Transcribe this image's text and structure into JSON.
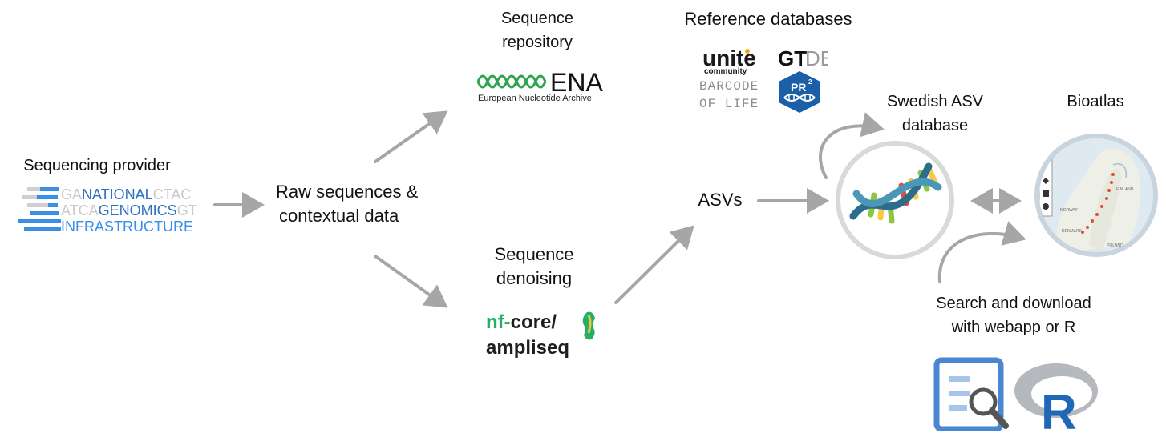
{
  "nodes": {
    "sequencing_provider": "Sequencing provider",
    "raw_sequences_line1": "Raw sequences &",
    "raw_sequences_line2": "contextual data",
    "sequence_repository_line1": "Sequence",
    "sequence_repository_line2": "repository",
    "reference_databases": "Reference databases",
    "sequence_denoising_line1": "Sequence",
    "sequence_denoising_line2": "denoising",
    "asvs": "ASVs",
    "swedish_asv_line1": "Swedish ASV",
    "swedish_asv_line2": "database",
    "bioatlas": "Bioatlas",
    "search_line1": "Search and download",
    "search_line2": "with webapp or R"
  },
  "logos": {
    "ngi": {
      "line1_prefix": "GA",
      "line1_main": "NATIONAL",
      "line1_suffix": "CTAC",
      "line2_prefix": "ATCA",
      "line2_main": "GENOMICS",
      "line2_suffix": "GT",
      "line3_main": "INFRASTRUCTURE"
    },
    "ena": {
      "name": "ENA",
      "subtitle": "European Nucleotide Archive"
    },
    "unite": {
      "name": "unite",
      "sub": "community"
    },
    "gtdb": {
      "bold": "GT",
      "light": "DB"
    },
    "bold": {
      "line1": "BARCODE",
      "line2": "OF LIFE"
    },
    "pr2": {
      "name": "PR",
      "sup": "2"
    },
    "nfcore": {
      "prefix": "nf-",
      "main": "core/",
      "pipeline": "ampliseq"
    },
    "r": {
      "letter": "R"
    }
  },
  "map_labels": {
    "finland": "FINLAND",
    "norway": "NORWAY",
    "denmark": "DENMARK",
    "poland": "POLAND"
  },
  "colors": {
    "arrow": "#a6a6a6",
    "ngi_blue": "#3a8ee6",
    "ena_green": "#2ea44f",
    "nfcore_green": "#24b064",
    "pr2_blue": "#1a5fa8",
    "r_blue": "#2067b8"
  }
}
